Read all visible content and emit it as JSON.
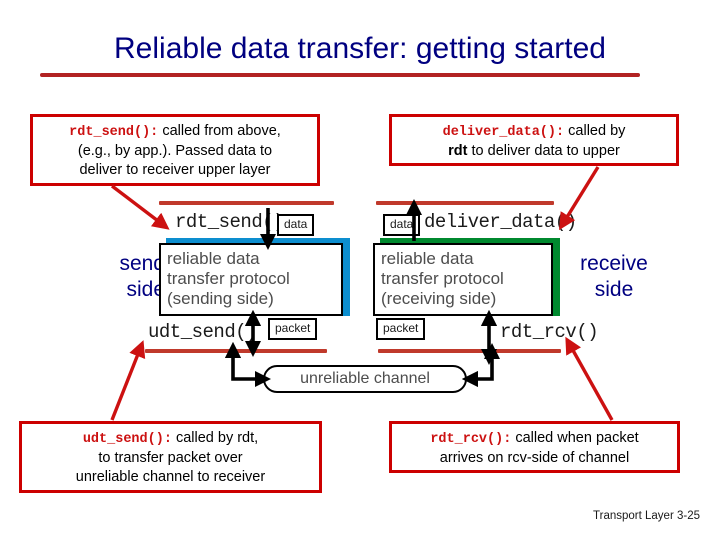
{
  "slide": {
    "title": "Reliable data transfer: getting started",
    "footer": "Transport Layer 3-25"
  },
  "callouts": {
    "rdt_send": {
      "code": "rdt_send():",
      "line1": " called from above,",
      "line2": "(e.g., by app.). Passed data to",
      "line3": "deliver to receiver upper layer"
    },
    "deliver_data": {
      "code": "deliver_data():",
      "line1": " called by",
      "line2_bold": "rdt",
      "line2_rest": " to deliver data to upper"
    },
    "udt_send": {
      "code": "udt_send():",
      "line1": " called by rdt,",
      "line2": "to transfer packet over",
      "line3": "unreliable channel to receiver"
    },
    "rdt_rcv": {
      "code": "rdt_rcv():",
      "line1": " called when packet",
      "line2": "arrives on rcv-side of channel"
    }
  },
  "labels": {
    "send_side": "send\nside",
    "send_side_l1": "send",
    "send_side_l2": "side",
    "receive_side_l1": "receive",
    "receive_side_l2": "side"
  },
  "diagram": {
    "rdt_send_call": "rdt_send()",
    "deliver_data_call": "deliver_data()",
    "udt_send_call": "udt_send()",
    "rdt_rcv_call": "rdt_rcv()",
    "sending_box_l1": "reliable data",
    "sending_box_l2": "transfer protocol",
    "sending_box_l3": "(sending side)",
    "receiving_box_l1": "reliable data",
    "receiving_box_l2": "transfer protocol",
    "receiving_box_l3": "(receiving side)",
    "chip_data_left": "data",
    "chip_data_right": "data",
    "chip_packet_left": "packet",
    "chip_packet_right": "packet",
    "channel": "unreliable channel"
  },
  "colors": {
    "title": "#000080",
    "callout_border": "#cc0000",
    "code_red": "#cc1111",
    "sending_shadow": "#0d8ecf",
    "receiving_shadow": "#00892f",
    "red_rule": "#c0392b"
  }
}
